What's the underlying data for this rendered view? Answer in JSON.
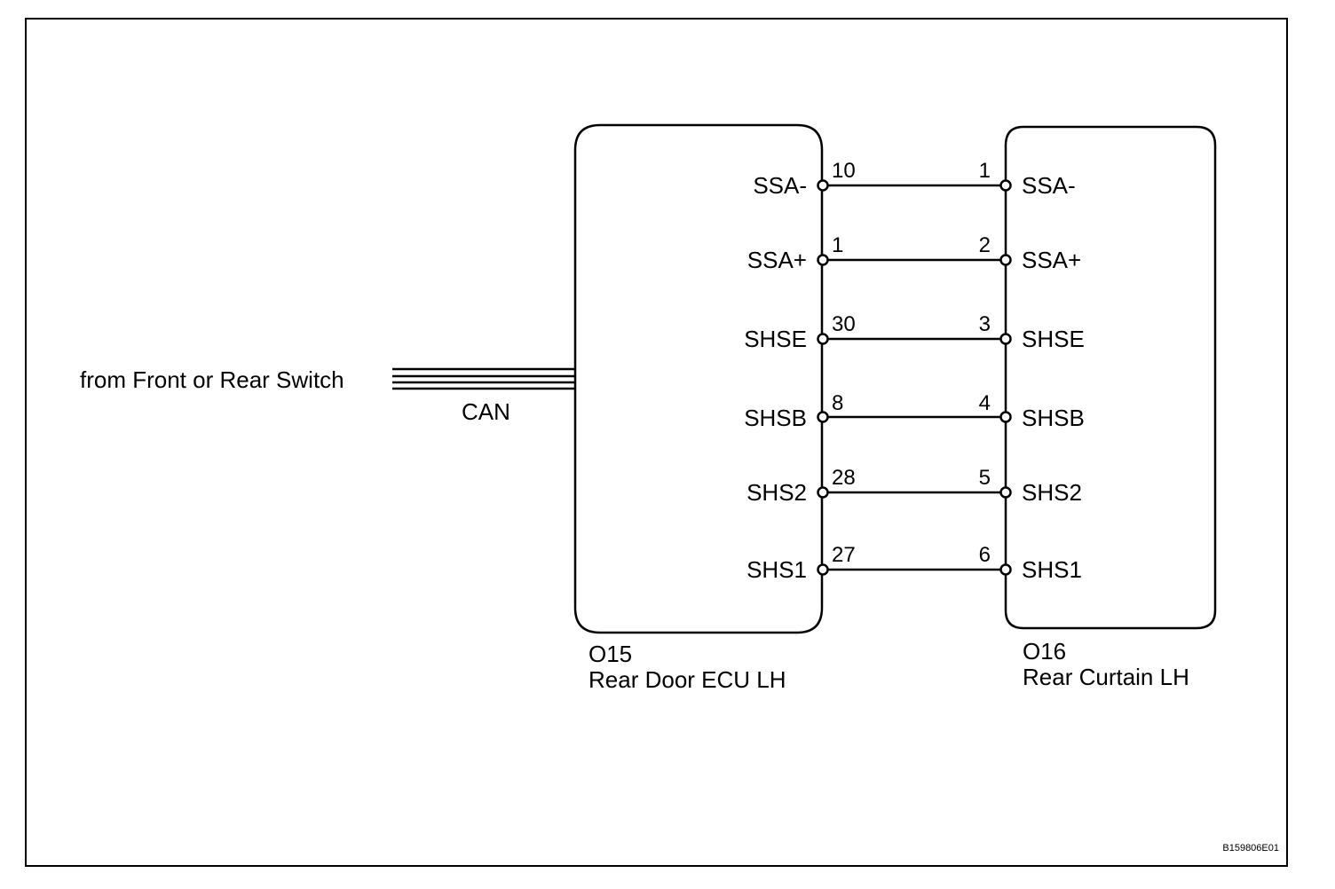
{
  "source_text": "from Front or Rear Switch",
  "bus_label": "CAN",
  "drawing_code": "B159806E01",
  "left_component": {
    "code": "O15",
    "name": "Rear Door ECU LH"
  },
  "right_component": {
    "code": "O16",
    "name": "Rear Curtain LH"
  },
  "connections": [
    {
      "left_signal": "SSA-",
      "left_pin": "10",
      "right_pin": "1",
      "right_signal": "SSA-"
    },
    {
      "left_signal": "SSA+",
      "left_pin": "1",
      "right_pin": "2",
      "right_signal": "SSA+"
    },
    {
      "left_signal": "SHSE",
      "left_pin": "30",
      "right_pin": "3",
      "right_signal": "SHSE"
    },
    {
      "left_signal": "SHSB",
      "left_pin": "8",
      "right_pin": "4",
      "right_signal": "SHSB"
    },
    {
      "left_signal": "SHS2",
      "left_pin": "28",
      "right_pin": "5",
      "right_signal": "SHS2"
    },
    {
      "left_signal": "SHS1",
      "left_pin": "27",
      "right_pin": "6",
      "right_signal": "SHS1"
    }
  ],
  "colors": {
    "line": "#000000",
    "background": "#ffffff"
  }
}
